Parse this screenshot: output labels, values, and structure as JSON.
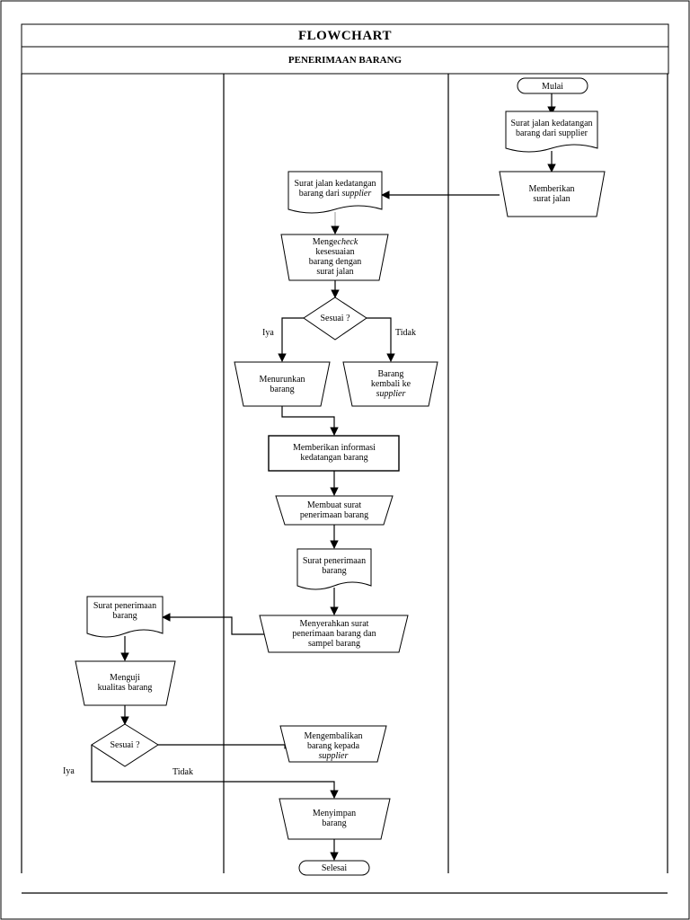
{
  "header": {
    "title": "FLOWCHART",
    "subtitle": "PENERIMAAN BARANG"
  },
  "nodes": {
    "mulai": {
      "type": "terminator",
      "lines": [
        "Mulai"
      ]
    },
    "surat_jalan_supplier": {
      "type": "document",
      "lines": [
        "Surat jalan kedatangan",
        "barang dari supplier"
      ]
    },
    "memberikan_surat_jalan": {
      "type": "manual-operation",
      "lines": [
        "Memberikan",
        "surat jalan"
      ]
    },
    "surat_jalan_diterima": {
      "type": "document",
      "lines": [
        [
          "Surat jalan kedatangan"
        ],
        [
          {
            "t": "barang dari "
          },
          {
            "t": "supplier",
            "i": true
          }
        ]
      ]
    },
    "mengecheck": {
      "type": "manual-operation",
      "lines": [
        [
          {
            "t": "Menge"
          },
          {
            "t": "check",
            "i": true
          }
        ],
        [
          "kesesuaian"
        ],
        [
          "barang dengan"
        ],
        [
          "surat jalan"
        ]
      ]
    },
    "sesuai_1": {
      "type": "decision",
      "lines": [
        "Sesuai ?"
      ]
    },
    "menurunkan_barang": {
      "type": "manual-operation",
      "lines": [
        "Menurunkan",
        "barang"
      ]
    },
    "barang_kembali": {
      "type": "manual-operation",
      "lines": [
        [
          "Barang"
        ],
        [
          "kembali ke"
        ],
        [
          {
            "t": "supplier",
            "i": true
          }
        ]
      ]
    },
    "memberikan_informasi": {
      "type": "process",
      "lines": [
        "Memberikan informasi",
        "kedatangan barang"
      ]
    },
    "membuat_surat": {
      "type": "manual-operation",
      "lines": [
        "Membuat surat",
        "penerimaan barang"
      ]
    },
    "surat_penerimaan_1": {
      "type": "document",
      "lines": [
        "Surat penerimaan",
        "barang"
      ]
    },
    "menyerahkan": {
      "type": "manual-operation",
      "lines": [
        "Menyerahkan surat",
        "penerimaan barang dan",
        "sampel barang"
      ]
    },
    "surat_penerimaan_2": {
      "type": "document",
      "lines": [
        "Surat penerimaan",
        "barang"
      ]
    },
    "menguji": {
      "type": "manual-operation",
      "lines": [
        "Menguji",
        "kualitas barang"
      ]
    },
    "sesuai_2": {
      "type": "decision",
      "lines": [
        "Sesuai ?"
      ]
    },
    "mengembalikan": {
      "type": "manual-operation",
      "lines": [
        [
          "Mengembalikan"
        ],
        [
          "barang kepada"
        ],
        [
          {
            "t": "supplier",
            "i": true
          }
        ]
      ]
    },
    "menyimpan": {
      "type": "manual-operation",
      "lines": [
        "Menyimpan",
        "barang"
      ]
    },
    "selesai": {
      "type": "terminator",
      "lines": [
        "Selesai"
      ]
    }
  },
  "edges": [
    {
      "from": "mulai",
      "to": "surat_jalan_supplier"
    },
    {
      "from": "surat_jalan_supplier",
      "to": "memberikan_surat_jalan"
    },
    {
      "from": "memberikan_surat_jalan",
      "to": "surat_jalan_diterima"
    },
    {
      "from": "surat_jalan_diterima",
      "to": "mengecheck"
    },
    {
      "from": "mengecheck",
      "to": "sesuai_1"
    },
    {
      "from": "sesuai_1",
      "to": "menurunkan_barang",
      "label": "Iya"
    },
    {
      "from": "sesuai_1",
      "to": "barang_kembali",
      "label": "Tidak"
    },
    {
      "from": "menurunkan_barang",
      "to": "memberikan_informasi"
    },
    {
      "from": "memberikan_informasi",
      "to": "membuat_surat"
    },
    {
      "from": "membuat_surat",
      "to": "surat_penerimaan_1"
    },
    {
      "from": "surat_penerimaan_1",
      "to": "menyerahkan"
    },
    {
      "from": "menyerahkan",
      "to": "surat_penerimaan_2"
    },
    {
      "from": "surat_penerimaan_2",
      "to": "menguji"
    },
    {
      "from": "menguji",
      "to": "sesuai_2"
    },
    {
      "from": "sesuai_2",
      "to": "mengembalikan",
      "label": "Tidak"
    },
    {
      "from": "sesuai_2",
      "to": "menyimpan",
      "label": "Iya"
    },
    {
      "from": "menyimpan",
      "to": "selesai"
    }
  ]
}
